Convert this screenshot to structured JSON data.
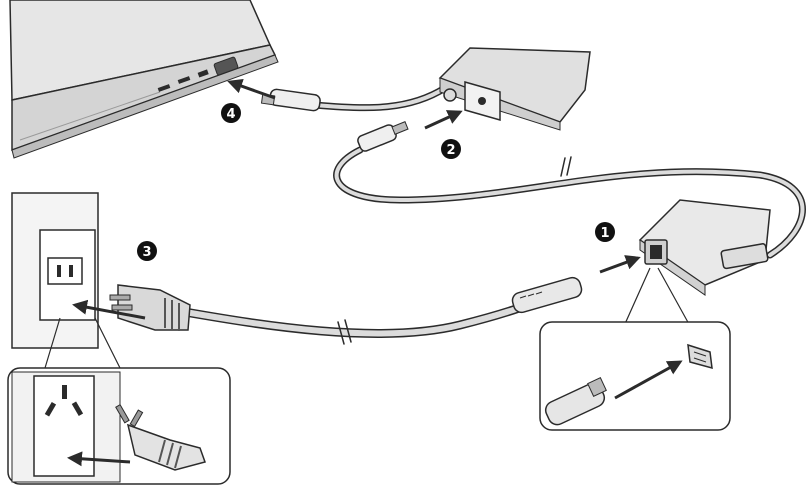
{
  "callouts": [
    {
      "label": "1"
    },
    {
      "label": "2"
    },
    {
      "label": "3"
    },
    {
      "label": "4"
    }
  ],
  "colors": {
    "line": "#2b2b2b",
    "cable": "#d6d6d6",
    "body": "#efefef",
    "shadow": "#c9c9c9",
    "badge": "#111111"
  }
}
